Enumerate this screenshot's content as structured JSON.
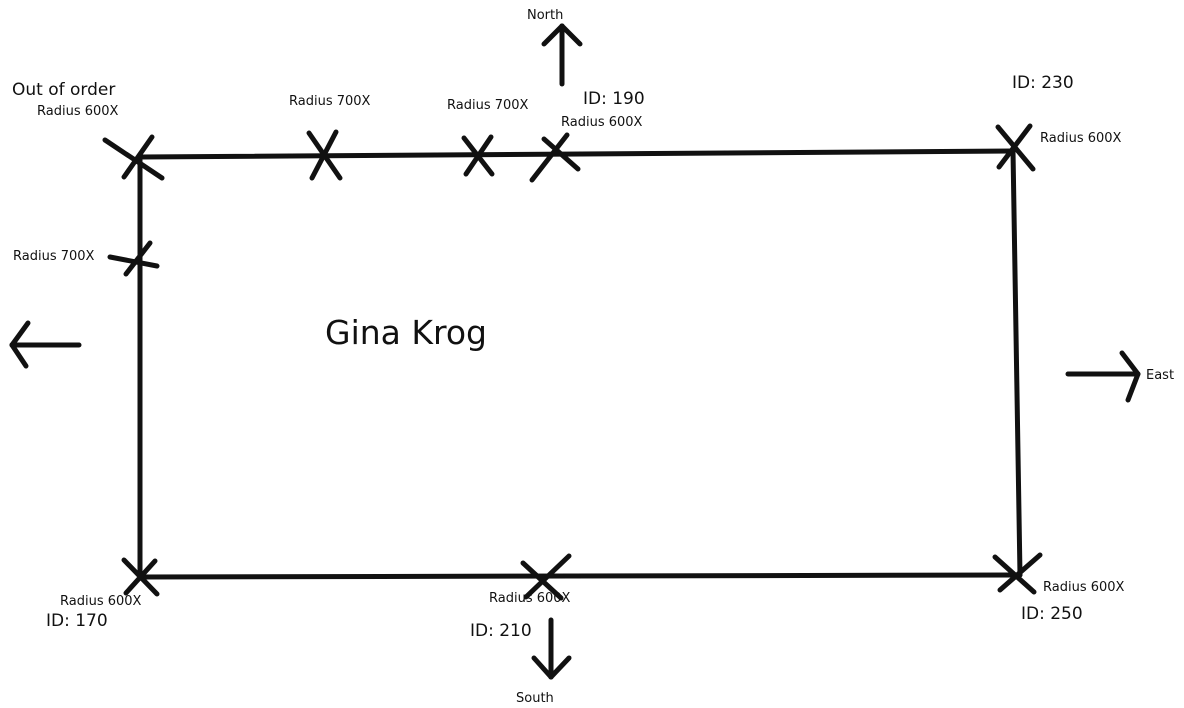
{
  "diagram": {
    "title": "Gina Krog",
    "directions": {
      "north": "North",
      "east": "East",
      "south": "South",
      "west": ""
    },
    "notes": {
      "out_of_order": "Out of order"
    },
    "markers": [
      {
        "name": "nw-corner",
        "label": "Radius 600X",
        "id": ""
      },
      {
        "name": "north-1",
        "label": "Radius 700X",
        "id": ""
      },
      {
        "name": "north-2",
        "label": "Radius 700X",
        "id": ""
      },
      {
        "name": "north-3",
        "label": "Radius 600X",
        "id": "ID: 190"
      },
      {
        "name": "ne-corner",
        "label": "Radius 600X",
        "id": "ID: 230"
      },
      {
        "name": "west-1",
        "label": "Radius 700X",
        "id": ""
      },
      {
        "name": "sw-corner",
        "label": "Radius 600X",
        "id": "ID: 170"
      },
      {
        "name": "south-mid",
        "label": "Radius 600X",
        "id": "ID: 210"
      },
      {
        "name": "se-corner",
        "label": "Radius 600X",
        "id": "ID: 250"
      }
    ],
    "colors": {
      "ink": "#111111",
      "background": "#ffffff"
    }
  }
}
